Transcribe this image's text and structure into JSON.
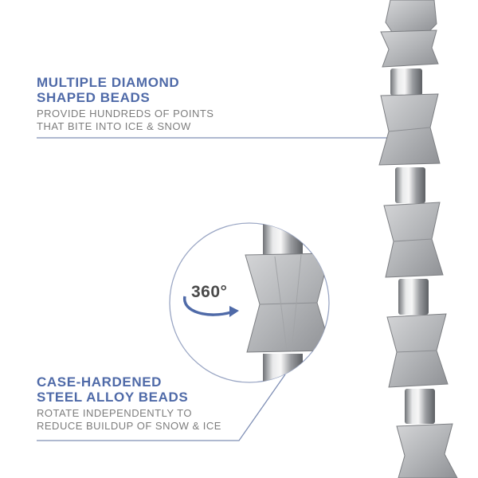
{
  "callout_top": {
    "heading_line1": "MULTIPLE DIAMOND",
    "heading_line2": "SHAPED BEADS",
    "sub_line1": "PROVIDE HUNDREDS OF POINTS",
    "sub_line2": "THAT BITE INTO ICE & SNOW"
  },
  "callout_bottom": {
    "heading_line1": "CASE-HARDENED",
    "heading_line2": "STEEL ALLOY BEADS",
    "sub_line1": "ROTATE INDEPENDENTLY TO",
    "sub_line2": "REDUCE BUILDUP OF SNOW & ICE"
  },
  "rotation_badge": {
    "label": "360°",
    "icon": "rotate-arrow-icon"
  },
  "colors": {
    "accent_blue": "#4f6aa8",
    "body_gray": "#7d7d7d",
    "steel": "#b9bbbe",
    "chrome": "#c8cacc"
  }
}
